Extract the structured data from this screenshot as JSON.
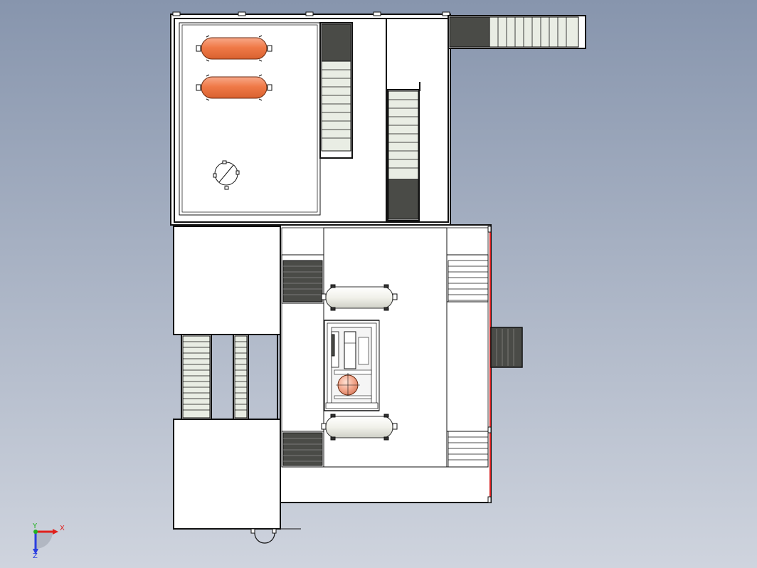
{
  "viewport": {
    "background_top": "#8795ad",
    "background_bottom": "#cfd4de"
  },
  "triad": {
    "x_label": "X",
    "y_label": "Y",
    "z_label": "Z",
    "x_color": "#e0201c",
    "y_color": "#1fb21f",
    "z_color": "#2a3ee0"
  },
  "colors": {
    "line": "#111111",
    "floor": "#ffffff",
    "dark_stair": "#4a4b47",
    "stair_tread": "#e9ede4",
    "tank_orange": "#f07f4e",
    "tank_white": "#f0f0ea",
    "sphere": "#f2a58a",
    "accent_red": "#d81c1c"
  }
}
